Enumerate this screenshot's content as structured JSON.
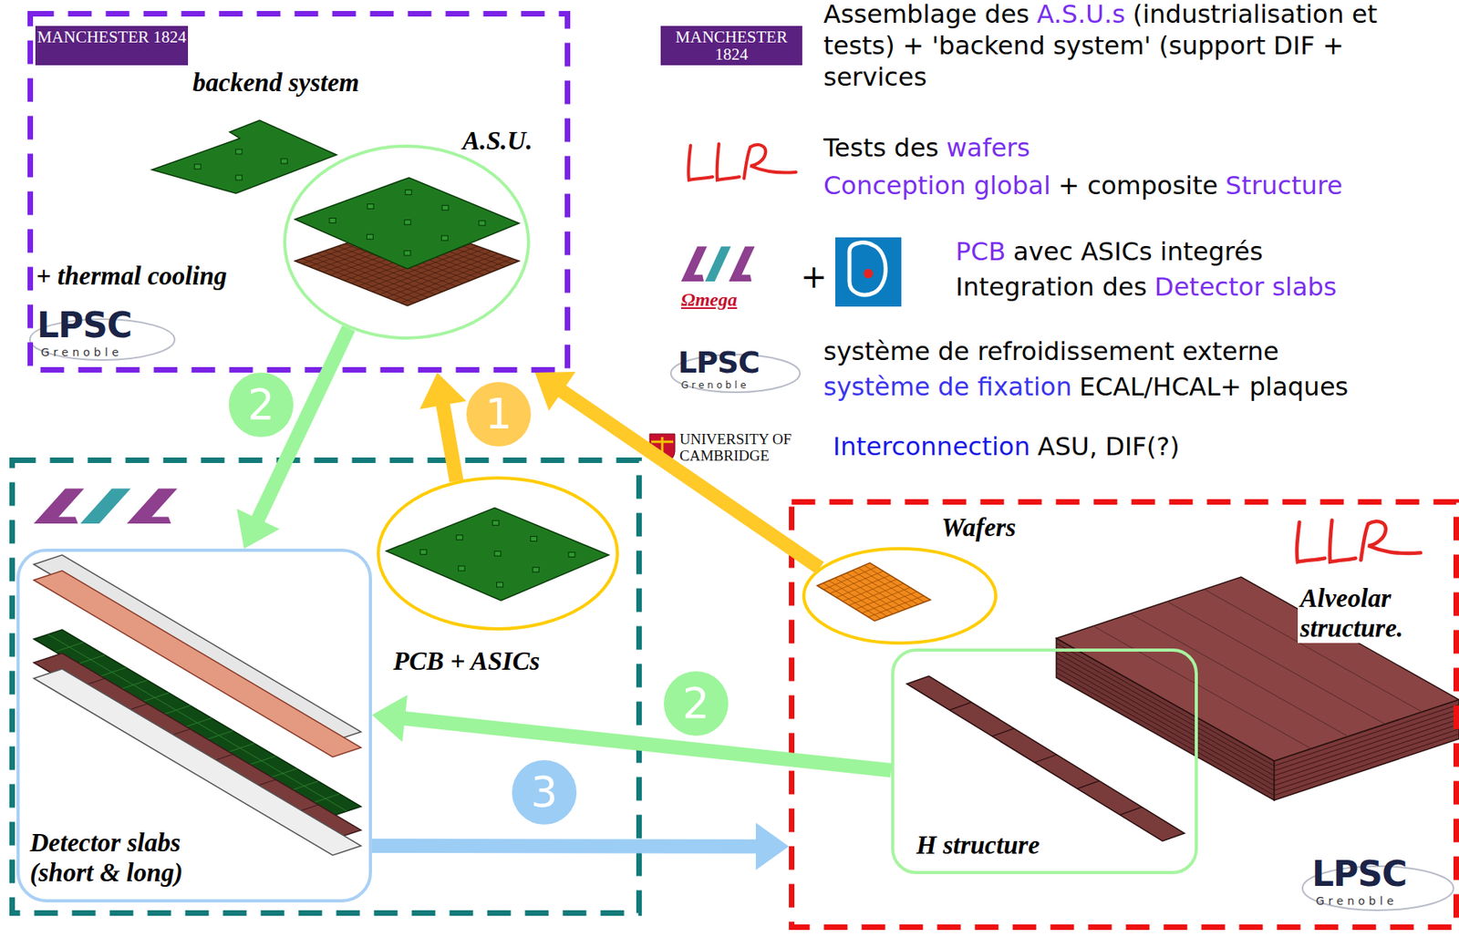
{
  "diagram": {
    "nodes": [
      {
        "text": [
          "MANCHESTER 1824",
          "backend system",
          "+ thermal cooling",
          "LPSC",
          "Grenoble"
        ]
      },
      {
        "text": [
          "A.S.U."
        ],
        "in": 0
      },
      {
        "text": []
      },
      {
        "text": [
          "Detector slabs (short & long)"
        ],
        "in": 2
      },
      {
        "text": [
          "PCB + ASICs"
        ],
        "in": 2
      },
      {
        "text": [
          "LPSC",
          "Grenoble"
        ]
      },
      {
        "text": [
          "Wafers"
        ],
        "in": 5
      },
      {
        "text": [
          "H structure"
        ],
        "in": 5
      }
    ],
    "edges": [
      {
        "from": 1,
        "to": 3,
        "arrow": "to",
        "label": "2"
      },
      {
        "from": 4,
        "to": 0,
        "arrow": "to",
        "label": "1"
      },
      {
        "from": 6,
        "to": 0,
        "arrow": "to"
      },
      {
        "from": 7,
        "to": 3,
        "arrow": "to",
        "label": "2"
      },
      {
        "from": 3,
        "to": 5,
        "arrow": "to",
        "label": "3"
      }
    ],
    "labels": [
      "MANCHESTER 1824",
      "Assemblage des",
      "A.S.U.s",
      "(industrialisation et tests) + 'backend system' (support DIF + services",
      "Tests des",
      "wafers",
      "Conception global",
      "+ composite",
      "Structure",
      "+",
      "Ωmega",
      "PCB",
      "avec ASICs integrés",
      "Integration des",
      "Detector slabs",
      "LPSC",
      "Grenoble",
      "système de refroidissement externe",
      "système de fixation",
      "ECAL/HCAL+ plaques",
      "UNIVERSITY OF CAMBRIDGE",
      "Interconnection",
      "ASU, DIF(?)",
      "Alveolar structure."
    ]
  }
}
